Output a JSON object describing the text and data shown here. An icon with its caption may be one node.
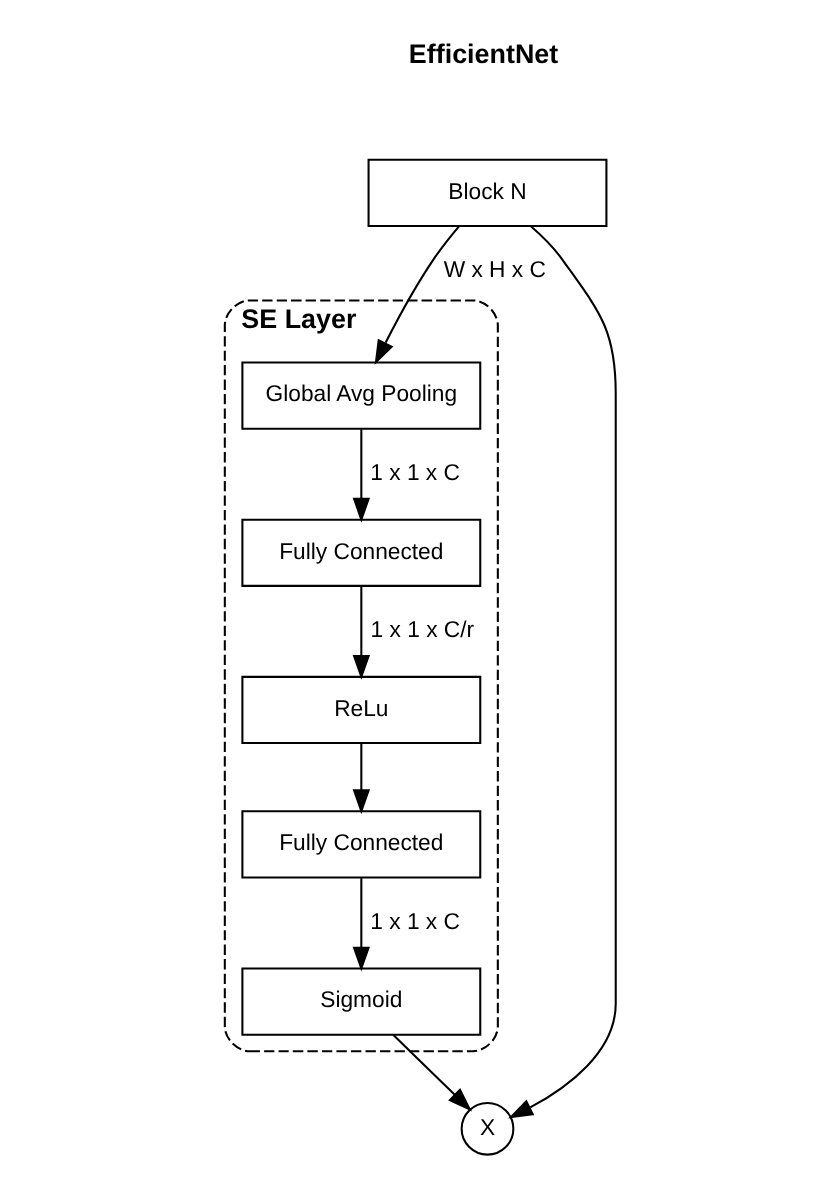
{
  "diagram": {
    "nodes": [
      {
        "text": [
          "Block N"
        ]
      },
      {
        "text": [
          "SE Layer"
        ]
      },
      {
        "text": [
          "Global Avg Pooling"
        ],
        "in": 1
      },
      {
        "text": [
          "Fully Connected"
        ],
        "in": 1
      },
      {
        "text": [
          "ReLu"
        ],
        "in": 1
      },
      {
        "text": [
          "Fully Connected"
        ],
        "in": 1
      },
      {
        "text": [
          "Sigmoid"
        ],
        "in": 1
      },
      {
        "text": [
          "X"
        ]
      }
    ],
    "edges": [
      {
        "from": 0,
        "to": 2,
        "arrow": "to",
        "label": "W x H x C"
      },
      {
        "from": 2,
        "to": 3,
        "arrow": "to",
        "label": "1 x 1 x C"
      },
      {
        "from": 3,
        "to": 4,
        "arrow": "to",
        "label": "1 x 1 x C/r"
      },
      {
        "from": 4,
        "to": 5,
        "arrow": "to"
      },
      {
        "from": 5,
        "to": 6,
        "arrow": "to",
        "label": "1 x 1 x C"
      },
      {
        "from": 6,
        "to": 7,
        "arrow": "to"
      },
      {
        "from": 0,
        "to": 7,
        "arrow": "to"
      }
    ],
    "labels": [
      "EfficientNet"
    ]
  }
}
